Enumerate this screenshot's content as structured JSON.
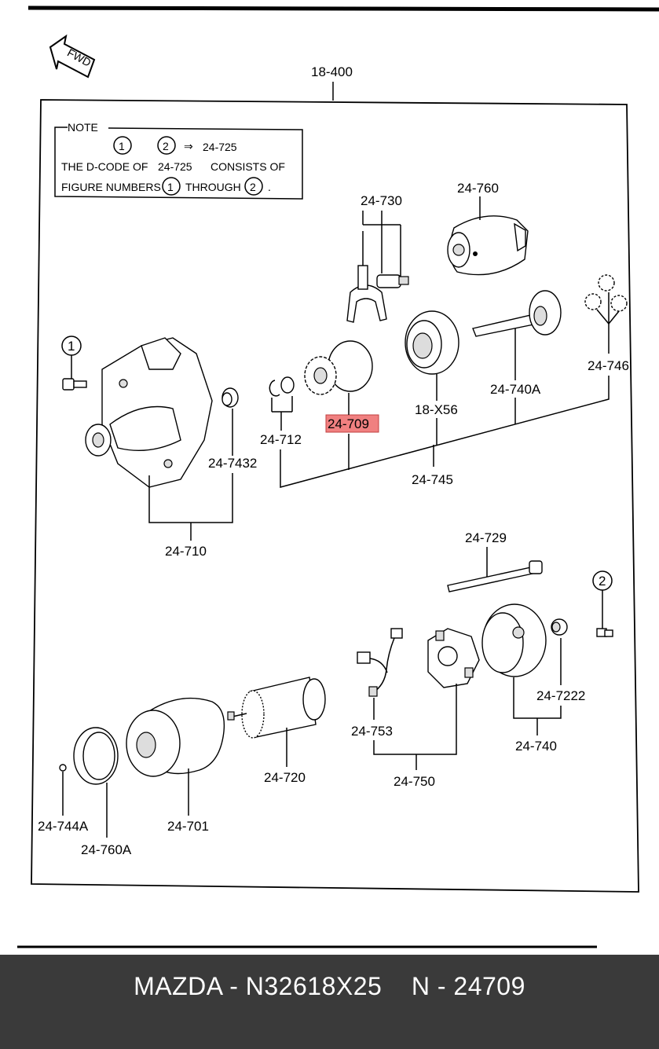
{
  "diagram": {
    "fwd_label": "FWD",
    "assembly_label": "18-400",
    "note": {
      "heading": "NOTE",
      "circle_1": "1",
      "circle_2": "2",
      "arrow": "⇒",
      "code": "24-725",
      "line2_a": "THE D-CODE OF",
      "line2_code": "24-725",
      "line2_b": "CONSISTS OF",
      "line3_a": "FIGURE NUMBERS",
      "line3_b": "THROUGH",
      "line3_end": "."
    },
    "callouts": {
      "c1": "1",
      "c2": "2"
    },
    "labels": {
      "p24_730": "24-730",
      "p24_760": "24-760",
      "p24_746": "24-746",
      "p24_740A": "24-740A",
      "p18_X56": "18-X56",
      "p24_709": "24-709",
      "p24_712": "24-712",
      "p24_745": "24-745",
      "p24_7432": "24-7432",
      "p24_710": "24-710",
      "p24_729": "24-729",
      "p24_7222": "24-7222",
      "p24_753": "24-753",
      "p24_740": "24-740",
      "p24_750": "24-750",
      "p24_720": "24-720",
      "p24_744A": "24-744A",
      "p24_701": "24-701",
      "p24_760A": "24-760A"
    },
    "highlight_color": "#f08080"
  },
  "footer": {
    "part_text": "MAZDA - N32618X25",
    "code_text": "N - 24709",
    "background": "#3a3a3a"
  }
}
